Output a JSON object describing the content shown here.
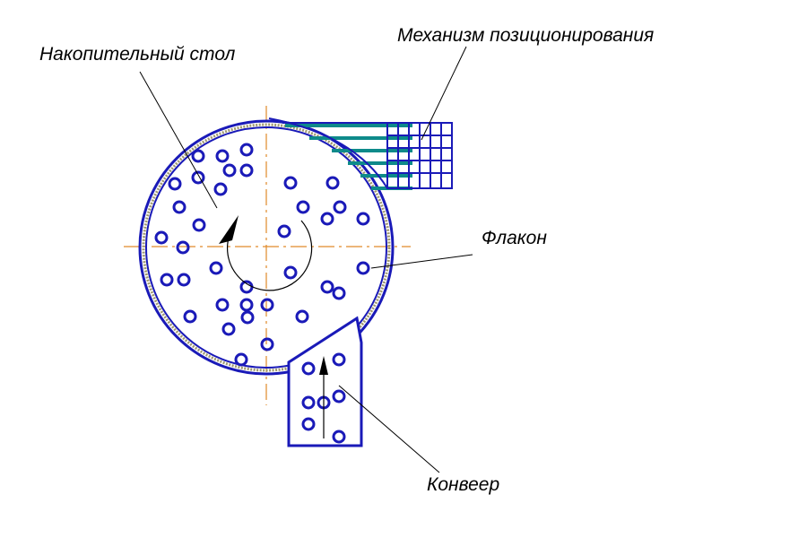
{
  "labels": {
    "accumulating_table": "Накопительный стол",
    "positioning_mechanism": "Механизм позиционирования",
    "vial": "Флакон",
    "conveyor": "Конвеер"
  },
  "colors": {
    "outline": "#1a1ab8",
    "guides": "#0e8a8a",
    "centerline": "#e08a2a",
    "leader": "#000000"
  },
  "icons": {
    "rotation_arrow": "curved-arrow-ccw-icon",
    "feed_arrow": "arrow-up-icon"
  }
}
